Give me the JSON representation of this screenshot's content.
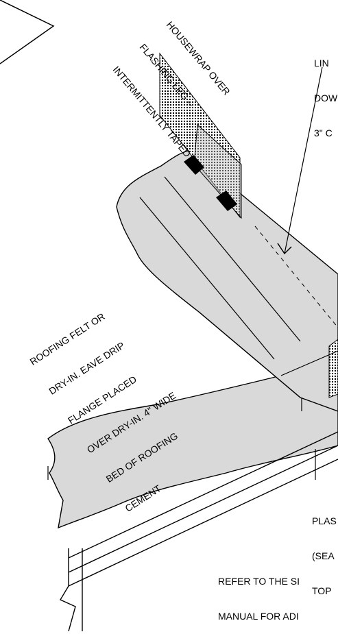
{
  "labels": {
    "housewrap": [
      "HOUSEWRAP OVER",
      "FLASHING LEG --",
      "INTERMITTENTLY TAPED"
    ],
    "liner": [
      "LIN",
      "DOW",
      "3\" C"
    ],
    "roofing_felt": [
      "ROOFING FELT OR",
      "DRY-IN. EAVE DRIP",
      "FLANGE PLACED",
      "OVER DRY-IN. 4\" WIDE",
      "BED OF ROOFING",
      "CEMENT"
    ],
    "plastic": [
      "PLAS",
      "(SEA",
      "TOP"
    ],
    "refer": [
      "REFER TO THE SI",
      "MANUAL FOR ADI"
    ]
  },
  "colors": {
    "fill_gray": "#d9d9d9",
    "line": "#000000",
    "background": "#ffffff"
  }
}
